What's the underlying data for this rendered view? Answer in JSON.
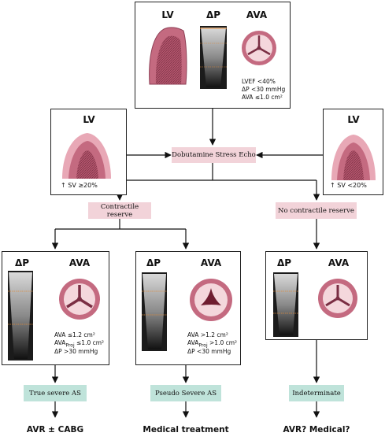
{
  "top_box": {
    "lv_label": "LV",
    "dp_label": "ΔP",
    "ava_label": "AVA",
    "criteria": [
      "LVEF <40%",
      "ΔP <30 mmHg",
      "AVA ≤1.0 cm²"
    ]
  },
  "left_lv_box": {
    "label": "LV",
    "sv_text": "SV ≥20%"
  },
  "right_lv_box": {
    "label": "LV",
    "sv_text": "SV <20%"
  },
  "dobutamine": "Dobutamine Stress Echo",
  "contractile_reserve": "Contractile reserve",
  "no_contractile_reserve": "No contractile reserve",
  "box_true": {
    "dp_label": "ΔP",
    "ava_label": "AVA",
    "line1": "AVA ≤1.2 cm²",
    "line2_pre": "AVA",
    "line2_sub": "Proj",
    "line2_post": " ≤1.0 cm²",
    "line3": "ΔP >30 mmHg"
  },
  "box_pseudo": {
    "dp_label": "ΔP",
    "ava_label": "AVA",
    "line1": "AVA >1.2 cm²",
    "line2_pre": "AVA",
    "line2_sub": "Proj",
    "line2_post": " >1.0 cm²",
    "line3": "ΔP <30 mmHg"
  },
  "box_indet": {
    "dp_label": "ΔP",
    "ava_label": "AVA"
  },
  "label_true": "True severe AS",
  "label_pseudo": "Pseudo Severe AS",
  "label_indet": "Indeterminate",
  "outcome_true": "AVR ± CABG",
  "outcome_pseudo": "Medical treatment",
  "outcome_indet": "AVR? Medical?",
  "colors": {
    "pink_box": "#f2d3d9",
    "teal_box": "#bfe3da",
    "myocardium": "#c46a80",
    "myocardium_dark": "#8e3f55",
    "valve": "#f4d7dc"
  }
}
